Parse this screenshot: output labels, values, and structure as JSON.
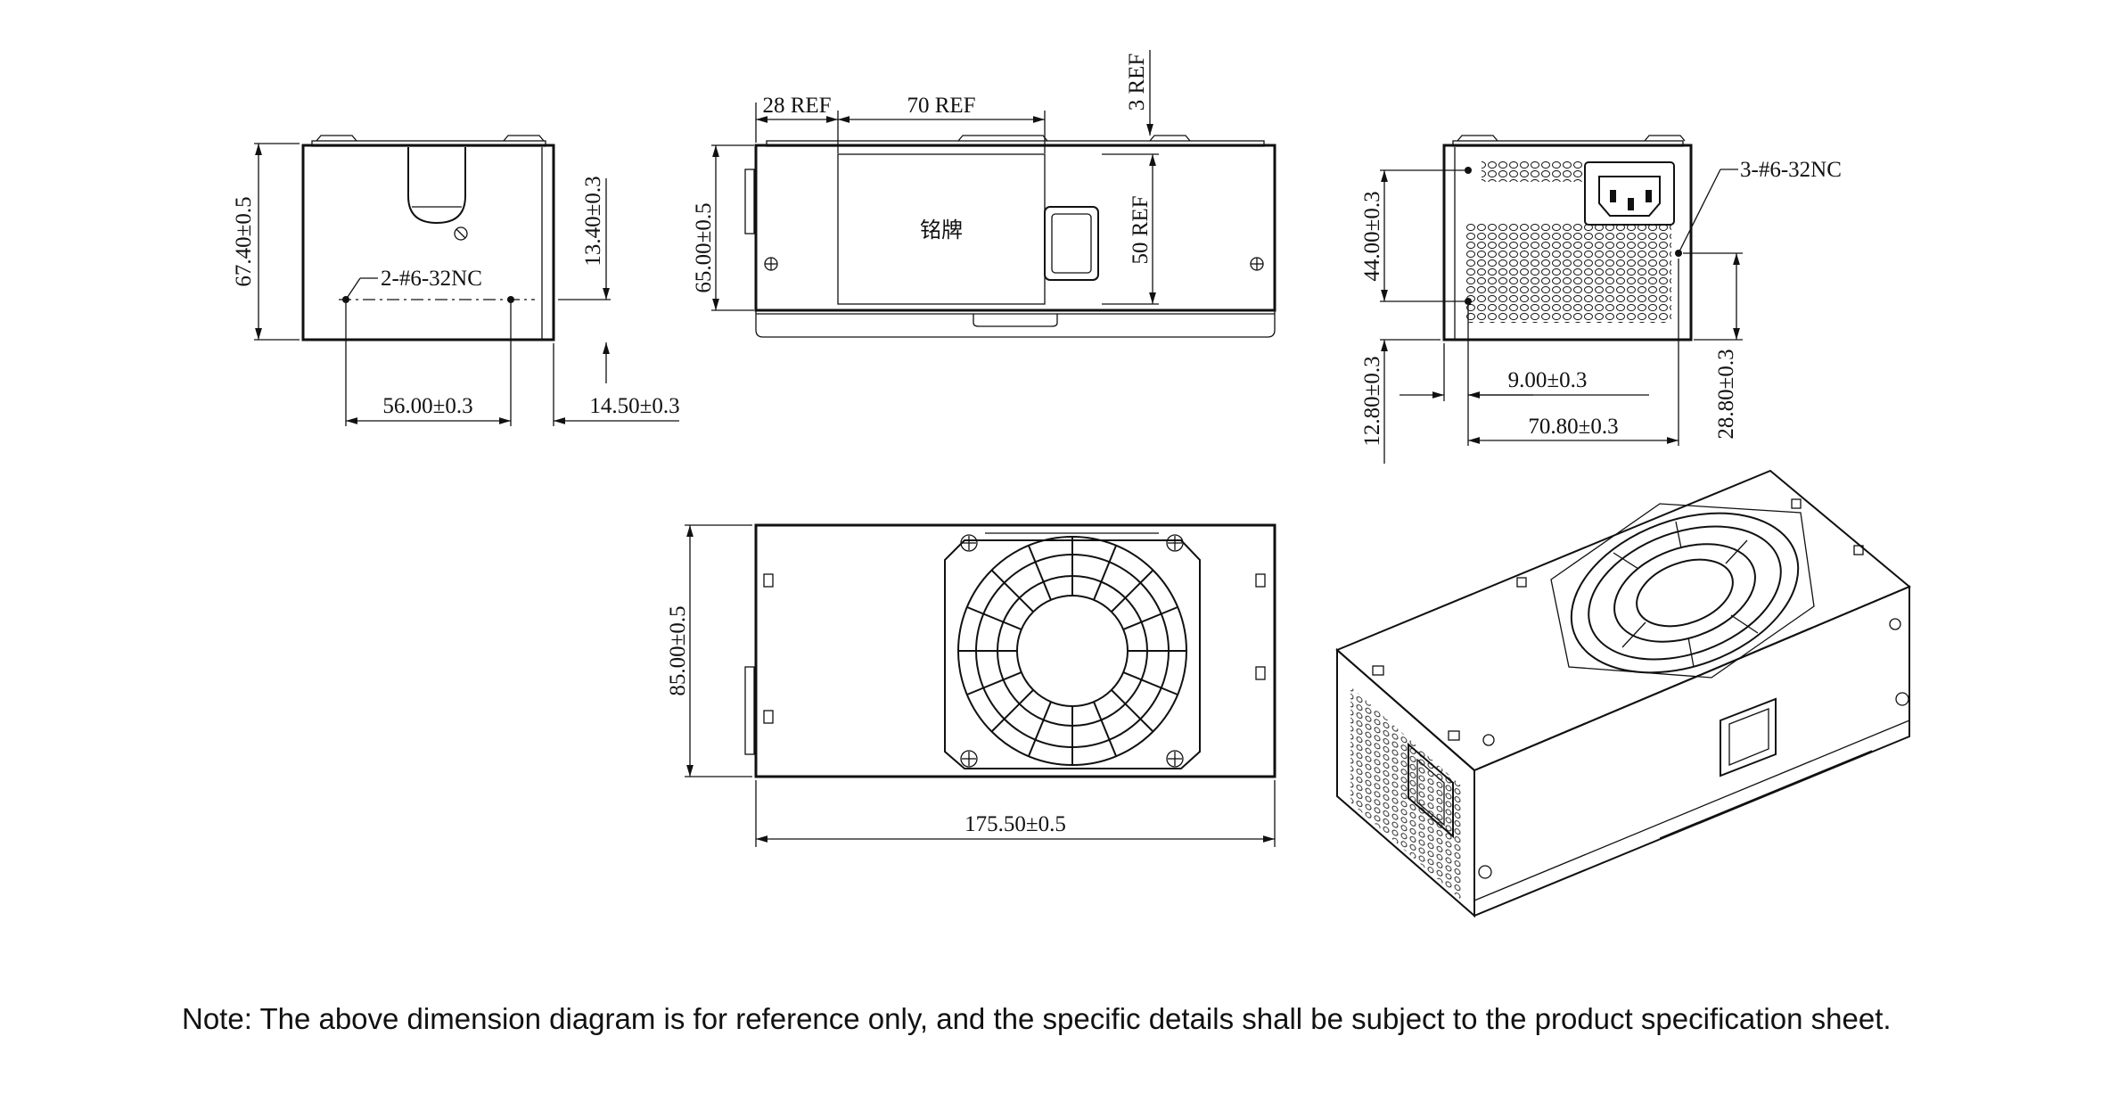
{
  "dimensions": {
    "front_height": "67.40±0.5",
    "front_hole_height": "13.40±0.3",
    "front_hole_label": "2-#6-32NC",
    "front_hole_spacing": "56.00±0.3",
    "front_hole_edge": "14.50±0.3",
    "side_ref_left": "28 REF",
    "side_ref_label_width": "70 REF",
    "side_ref_top": "3 REF",
    "side_height": "65.00±0.5",
    "side_label_height": "50 REF",
    "nameplate": "铭牌",
    "rear_hole_label": "3-#6-32NC",
    "rear_hole_vertical": "44.00±0.3",
    "rear_hole_bottom_left": "12.80±0.3",
    "rear_hole_offset": "9.00±0.3",
    "rear_hole_spacing": "70.80±0.3",
    "rear_hole_right_height": "28.80±0.3",
    "top_width": "85.00±0.5",
    "top_length": "175.50±0.5"
  },
  "note": "Note: The above dimension diagram is for reference only, and the specific details shall be subject to the product specification sheet."
}
